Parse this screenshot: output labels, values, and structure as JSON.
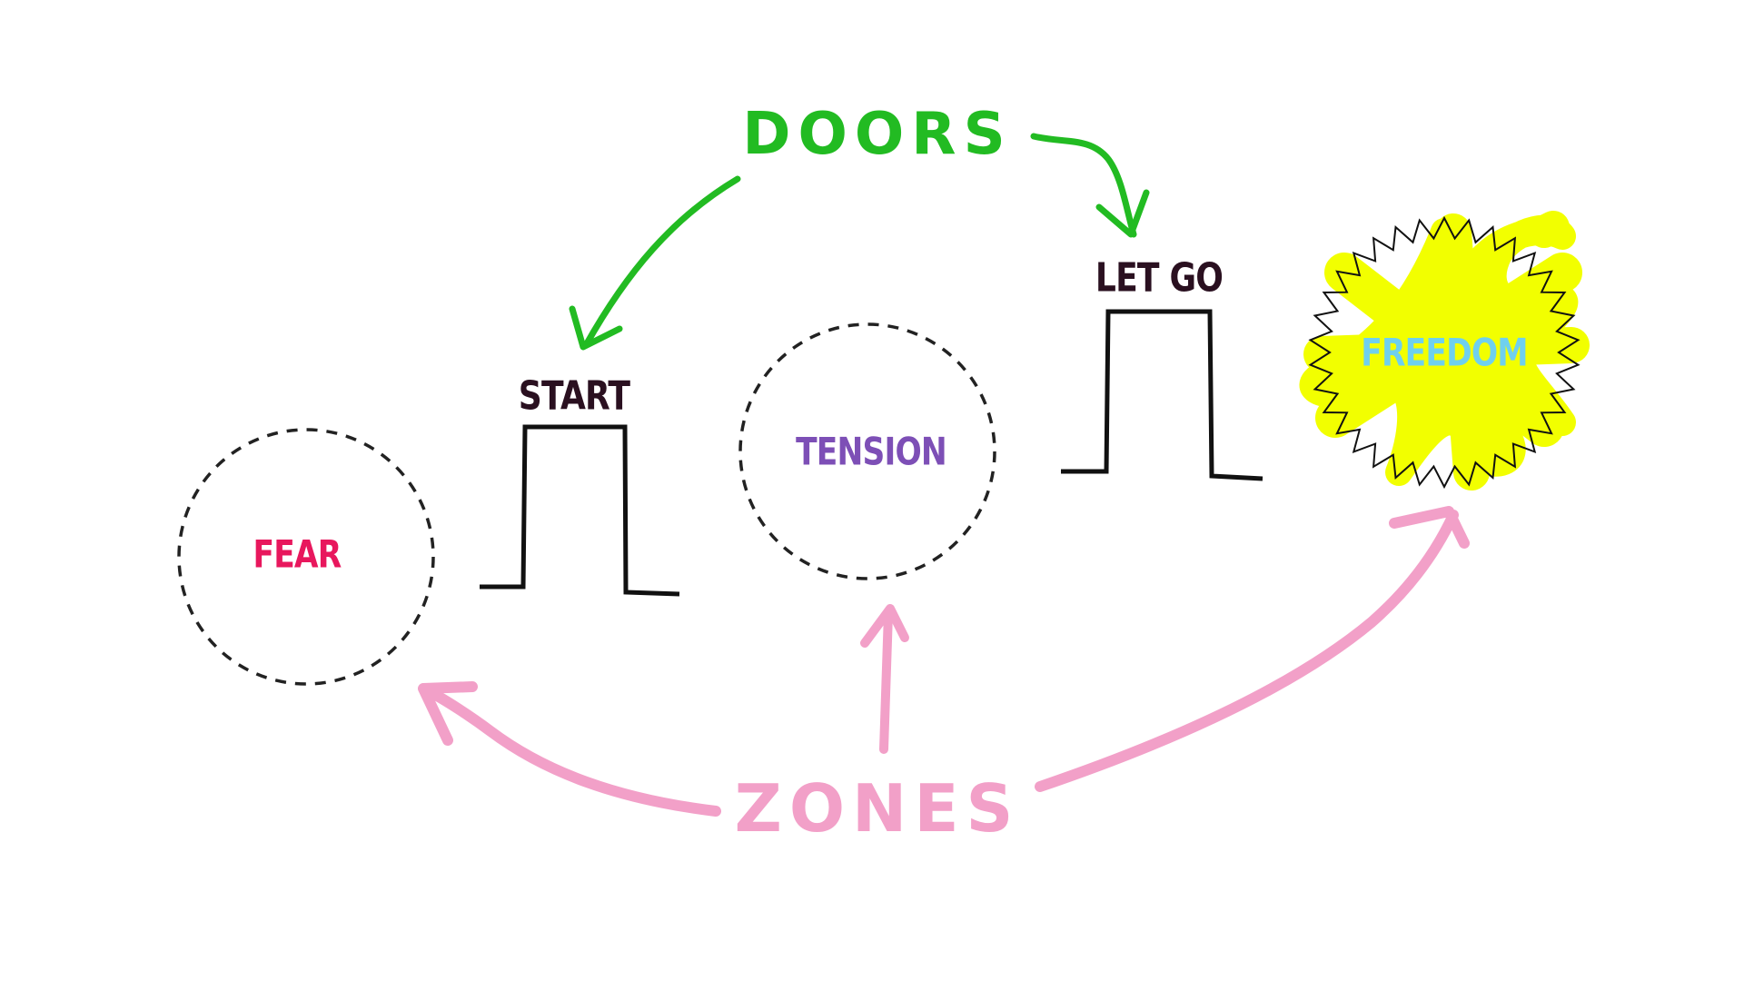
{
  "titles": {
    "doors": "DOORS",
    "zones": "ZONES"
  },
  "doors": {
    "start": "START",
    "let_go": "LET GO"
  },
  "zones": {
    "fear": "FEAR",
    "tension": "TENSION",
    "freedom": "FREEDOM"
  },
  "colors": {
    "doors": "#22bb22",
    "zones": "#f2a0c8",
    "fear": "#e8175d",
    "tension": "#7d4fb6",
    "freedom_text": "#6fd0ee",
    "freedom_burst": "#f2ff00",
    "door_line": "#111111",
    "door_label": "#2a1020",
    "circle_outline": "#222222"
  }
}
